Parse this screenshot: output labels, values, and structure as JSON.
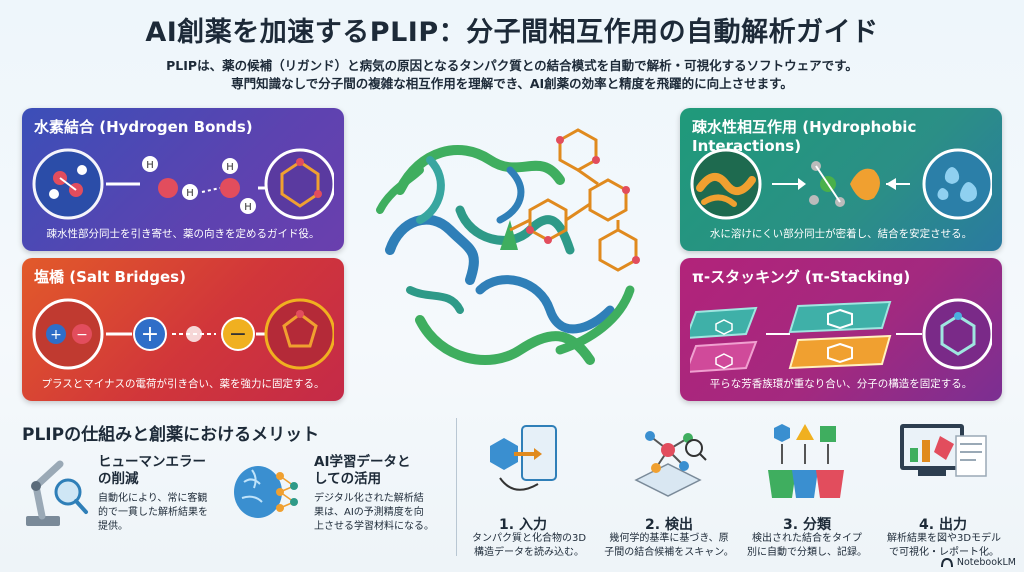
{
  "header": {
    "title": "AI創薬を加速するPLIP：分子間相互作用の自動解析ガイド",
    "subtitle_line1": "PLIPは、薬の候補（リガンド）と病気の原因となるタンパク質との結合模式を自動で解析・可視化するソフトウェアです。",
    "subtitle_line2": "専門知識なしで分子間の複雑な相互作用を理解でき、AI創薬の効率と精度を飛躍的に向上させます。"
  },
  "interactions": {
    "hydrogen_bonds": {
      "title": "水素結合 (Hydrogen Bonds)",
      "desc": "疎水性部分同士を引き寄せ、薬の向きを定めるガイド役。",
      "atom_labels": [
        "H",
        "H",
        "H",
        "H"
      ]
    },
    "salt_bridges": {
      "title": "塩橋 (Salt Bridges)",
      "desc": "プラスとマイナスの電荷が引き合い、薬を強力に固定する。"
    },
    "hydrophobic": {
      "title": "疎水性相互作用 (Hydrophobic Interactions)",
      "desc": "水に溶けにくい部分同士が密着し、結合を安定させる。"
    },
    "pi_stacking": {
      "title": "π-スタッキング (π-Stacking)",
      "desc": "平らな芳香族環が重なり合い、分子の構造を固定する。"
    }
  },
  "merits": {
    "section_title": "PLIPの仕組みと創薬におけるメリット",
    "items": [
      {
        "title_line1": "ヒューマンエラー",
        "title_line2": "の削減",
        "desc": [
          "自動化により、常に客観",
          "的で一貫した解析結果を",
          "提供。"
        ]
      },
      {
        "title_line1": "AI学習データと",
        "title_line2": "しての活用",
        "desc": [
          "デジタル化された解析結",
          "果は、AIの予測精度を向",
          "上させる学習材料になる。"
        ]
      }
    ]
  },
  "steps": [
    {
      "label": "1. 入力",
      "desc": [
        "タンパク質と化合物の3D",
        "構造データを読み込む。"
      ]
    },
    {
      "label": "2. 検出",
      "desc": [
        "幾何学的基準に基づき、原",
        "子間の結合候補をスキャン。"
      ]
    },
    {
      "label": "3. 分類",
      "desc": [
        "検出された結合をタイプ",
        "別に自動で分類し、記録。"
      ]
    },
    {
      "label": "4. 出力",
      "desc": [
        "解析結果を図や3Dモデル",
        "で可視化・レポート化。"
      ]
    }
  ],
  "footer": {
    "badge": "NotebookLM"
  },
  "colors": {
    "hb_card": "#4a48b4",
    "sb_card": "#d7403a",
    "hy_card": "#23907f",
    "pi_card": "#a9287c",
    "protein_green": "#3fae5f",
    "protein_blue": "#2f7fb8",
    "ligand_orange": "#e08a1e"
  }
}
